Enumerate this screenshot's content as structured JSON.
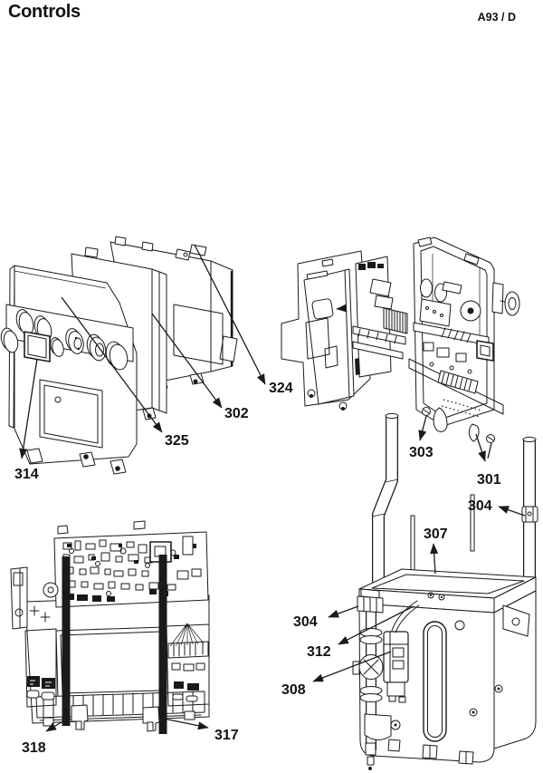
{
  "header": {
    "title": "Controls",
    "code": "A93 / D"
  },
  "colors": {
    "ink": "#1a1a1a",
    "paper": "#ffffff"
  },
  "callouts": {
    "c301": "301",
    "c302": "302",
    "c303": "303",
    "c304a": "304",
    "c304b": "304",
    "c307": "307",
    "c308": "308",
    "c312": "312",
    "c314": "314",
    "c317": "317",
    "c318": "318",
    "c324": "324",
    "c325": "325"
  }
}
